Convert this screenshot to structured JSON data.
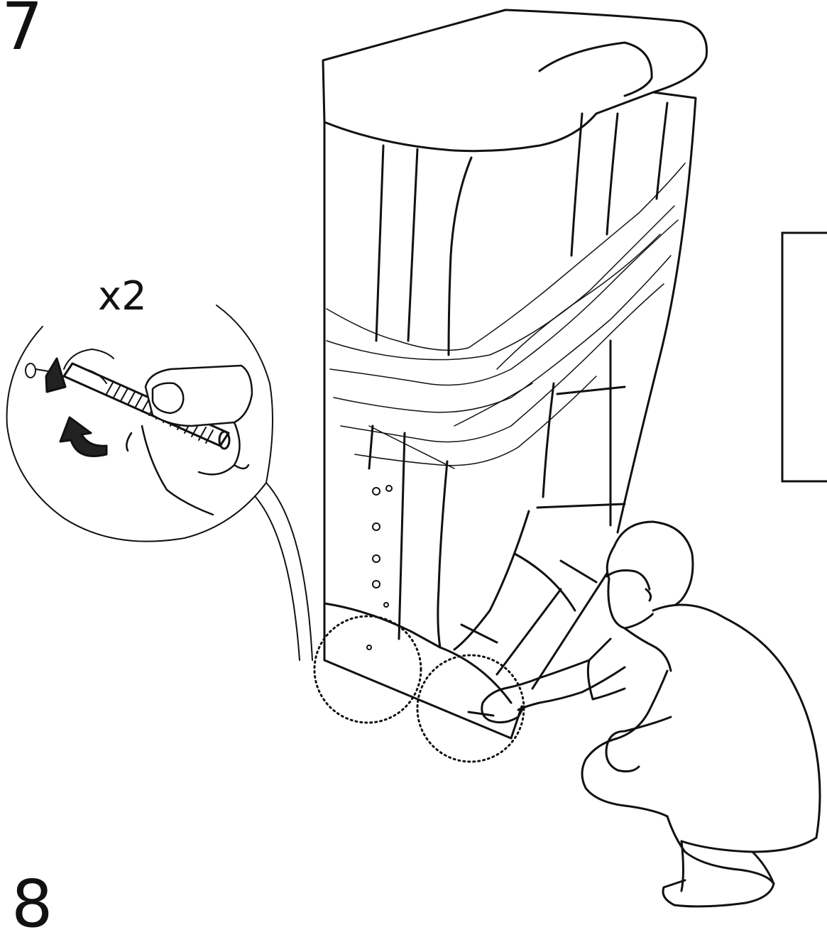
{
  "document": {
    "step_number": "7",
    "next_step_number": "8",
    "quantity_label": "x2"
  },
  "icons": {
    "rotate_arrow": "curved-arrow-icon",
    "magnify_callout": "dotted-circle-icon"
  },
  "colors": {
    "ink": "#111111",
    "paper": "#ffffff"
  }
}
